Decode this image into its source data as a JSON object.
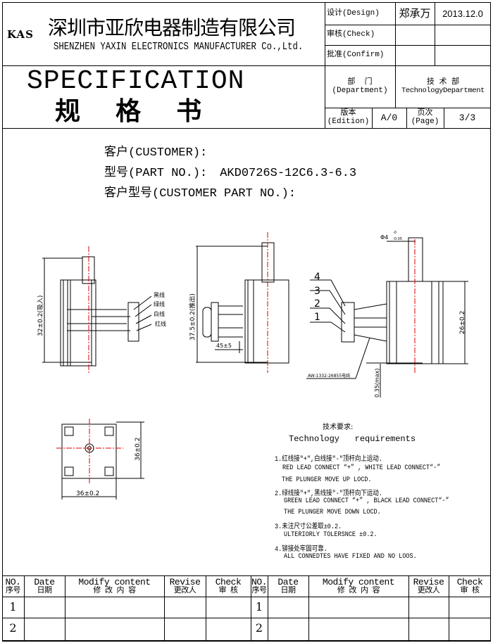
{
  "company": {
    "logo": "KAS",
    "name_cn": "深圳市亚欣电器制造有限公司",
    "name_en": "SHENZHEN YAXIN ELECTRONICS MANUFACTURER Co.,Ltd."
  },
  "title": {
    "en": "SPECIFICATION",
    "cn": "规    格    书"
  },
  "approval": {
    "design_label": "设计(Design)",
    "designer": "郑承万",
    "date": "2013.12.0",
    "check_label": "审核(Check)",
    "confirm_label": "批准(Confirm)"
  },
  "department": {
    "label_cn": "部  门",
    "label_en": "(Department)",
    "value_cn": "技 术 部",
    "value_en": "TechnologyDepartment"
  },
  "edition": {
    "label_cn": "版本",
    "label_en": "(Edition)",
    "value": "A/0",
    "page_label_cn": "页次",
    "page_label_en": "(Page)",
    "page": "3/3"
  },
  "info": {
    "customer": "客户(CUSTOMER):",
    "part_no_label": "型号(PART NO.):",
    "part_no": "AKD0726S-12C6.3-6.3",
    "customer_part": "客户型号(CUSTOMER PART NO.):"
  },
  "drawing": {
    "dim_height_in": "32±0.2(吸入)",
    "wire_black": "黑线",
    "wire_green": "绿线",
    "wire_white": "白线",
    "wire_red": "红线",
    "dim_height_out": "37.5±0.2(推出)",
    "dim_lead": "45±5",
    "pin4": "4",
    "pin3": "3",
    "pin2": "2",
    "pin1": "1",
    "dim_phi": "Φ4",
    "dim_phi_tol": "-0.05",
    "dim_phi_tol_up": "-0",
    "dim_26": "26±0.2",
    "wire_spec": "AW-1332-26855电线",
    "dim_gap": "0.35(max)",
    "dim_36_v": "36±0.2",
    "dim_36_h": "36±0.2"
  },
  "requirements": {
    "title_cn": "技术要求:",
    "title_en": "Technology   requirements",
    "lines": [
      "1.红线接\"+\",白线接\"-\"顶杆向上运动.",
      "RED LEAD CONNECT  “+” ,  WHITE LEAD CONNECT“-”",
      "THE PLUNGER MOVE UP LOCD.",
      "2.绿线接\"+\",黑线接\"-\"顶杆向下运动.",
      "GREEN  LEAD CONNECT  “+” ,   BLACK LEAD CONNECT“-”",
      "THE PLUNGER MOVE DOWN LOCD.",
      "3.未注尺寸公差取±0.2.",
      "ULTERIORLY TOLERSNCE ±0.2.",
      "4.铆接处牢固可靠.",
      "ALL CONNEDTES HAVE FIXED AND NO LOOS."
    ]
  },
  "revisions": {
    "headers": [
      {
        "en": "NO.",
        "cn": "序号"
      },
      {
        "en": "Date",
        "cn": "日期"
      },
      {
        "en": "Modify content",
        "cn": "修 改 内 容"
      },
      {
        "en": "Revise",
        "cn": "更改人"
      },
      {
        "en": "Check",
        "cn": "审 核"
      }
    ],
    "rows": [
      "1",
      "2"
    ]
  }
}
